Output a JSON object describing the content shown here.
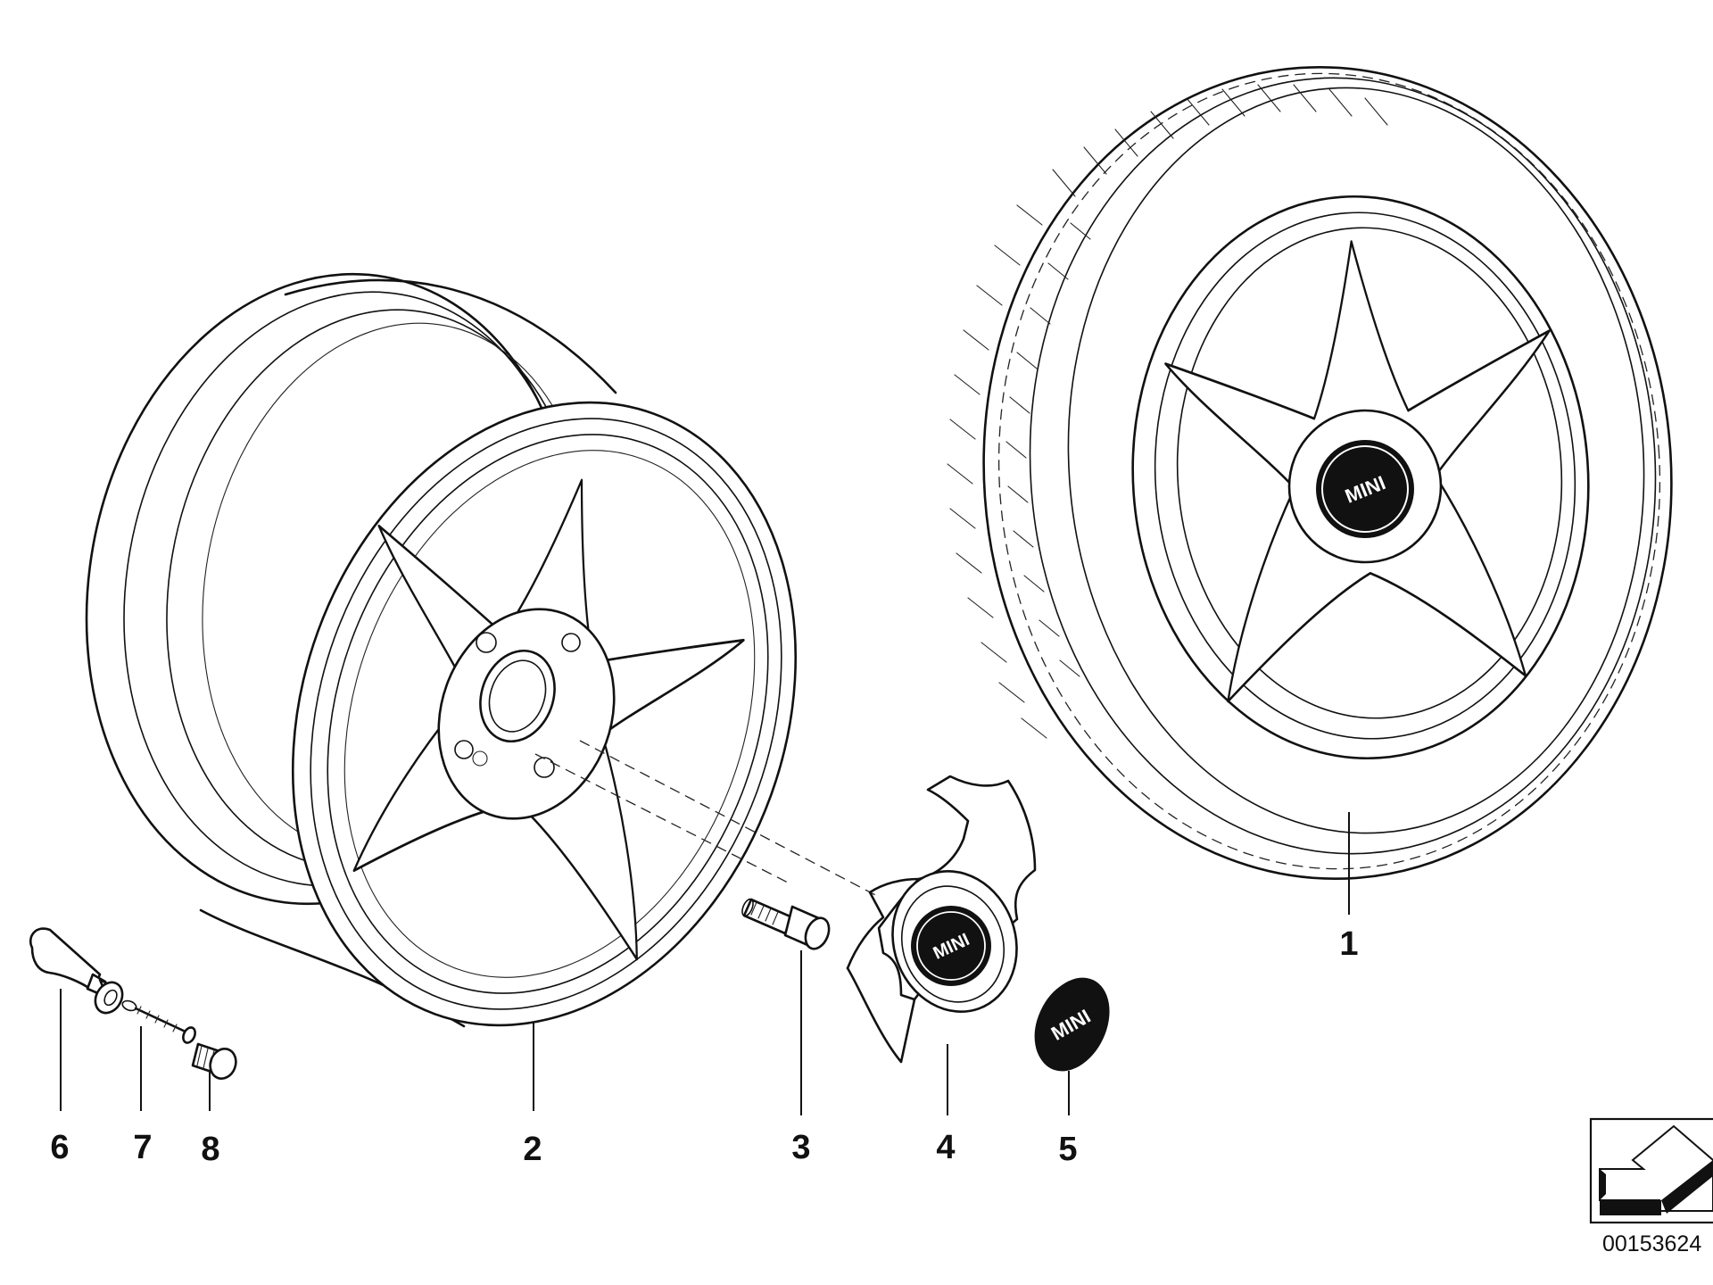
{
  "callouts": [
    "1",
    "2",
    "3",
    "4",
    "5",
    "6",
    "7",
    "8"
  ],
  "logo_text": "MINI",
  "reference_code": "00153624",
  "icons": {
    "direction_arrow": "arrow-down-left-icon"
  }
}
